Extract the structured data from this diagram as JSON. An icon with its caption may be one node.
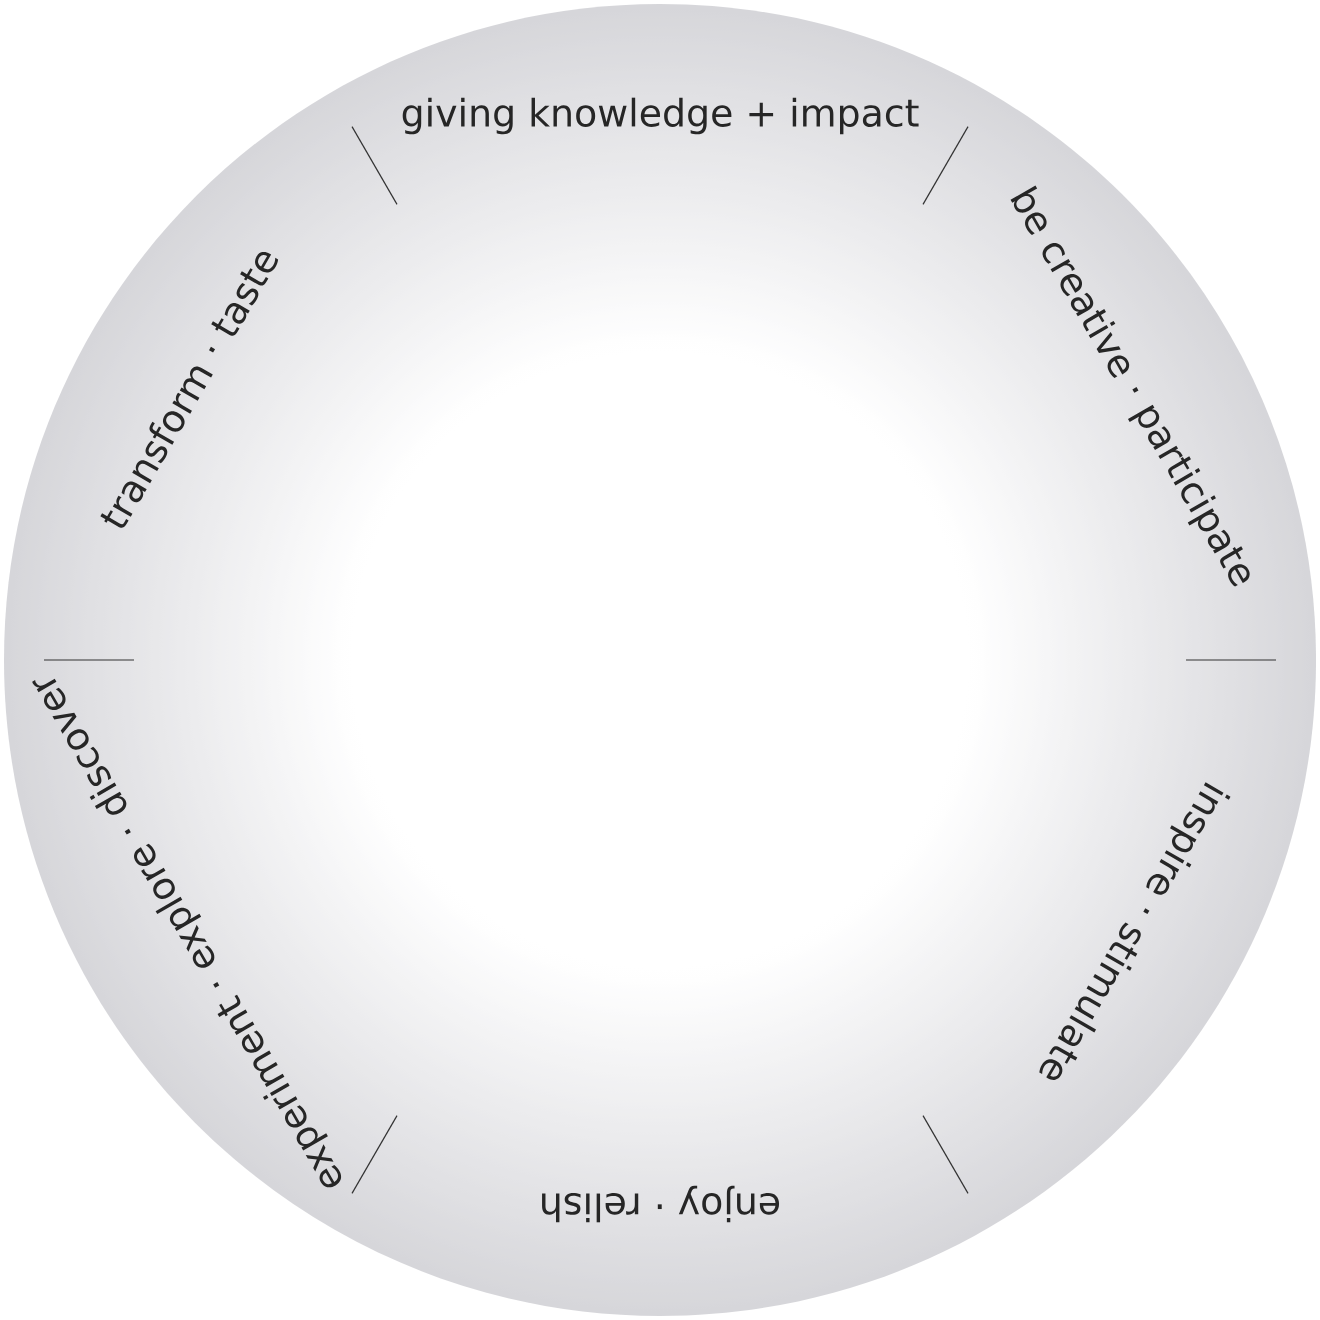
{
  "diagram": {
    "nodes": [
      {
        "text": [
          "giving knowledge + impact"
        ]
      },
      {
        "text": [
          "be creative · participate"
        ]
      },
      {
        "text": [
          "inspire · stimulate"
        ]
      },
      {
        "text": [
          "enjoy · relish"
        ]
      },
      {
        "text": [
          "experiment · explore · discover"
        ]
      },
      {
        "text": [
          "transform · taste"
        ]
      }
    ]
  }
}
